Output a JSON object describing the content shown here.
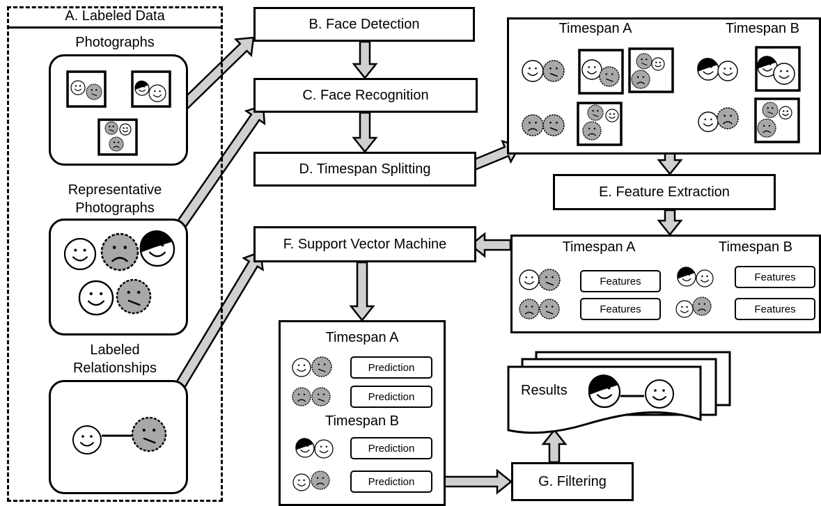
{
  "labeled_data": {
    "title": "A. Labeled Data",
    "photographs_label": "Photographs",
    "representative_label": "Representative Photographs",
    "representative_label_lines": [
      "Representative",
      "Photographs"
    ],
    "relationships_label_lines": [
      "Labeled",
      "Relationships"
    ]
  },
  "steps": {
    "face_detection": "B. Face Detection",
    "face_recognition": "C. Face Recognition",
    "timespan_splitting": "D. Timespan Splitting",
    "feature_extraction": "E. Feature Extraction",
    "svm": "F. Support Vector Machine",
    "filtering": "G. Filtering"
  },
  "timespans": {
    "a": "Timespan A",
    "b": "Timespan B"
  },
  "features_label": "Features",
  "prediction_label": "Prediction",
  "results_label": "Results",
  "colors": {
    "stroke": "#000000",
    "arrow_fill": "#d0d0d0",
    "face_shade": "#a8a8a8"
  },
  "icons": [
    "smiley-face-icon",
    "frowning-face-icon",
    "dark-hair-face-icon",
    "hatched-face-icon",
    "photograph-frame-icon",
    "relationship-link-icon"
  ]
}
